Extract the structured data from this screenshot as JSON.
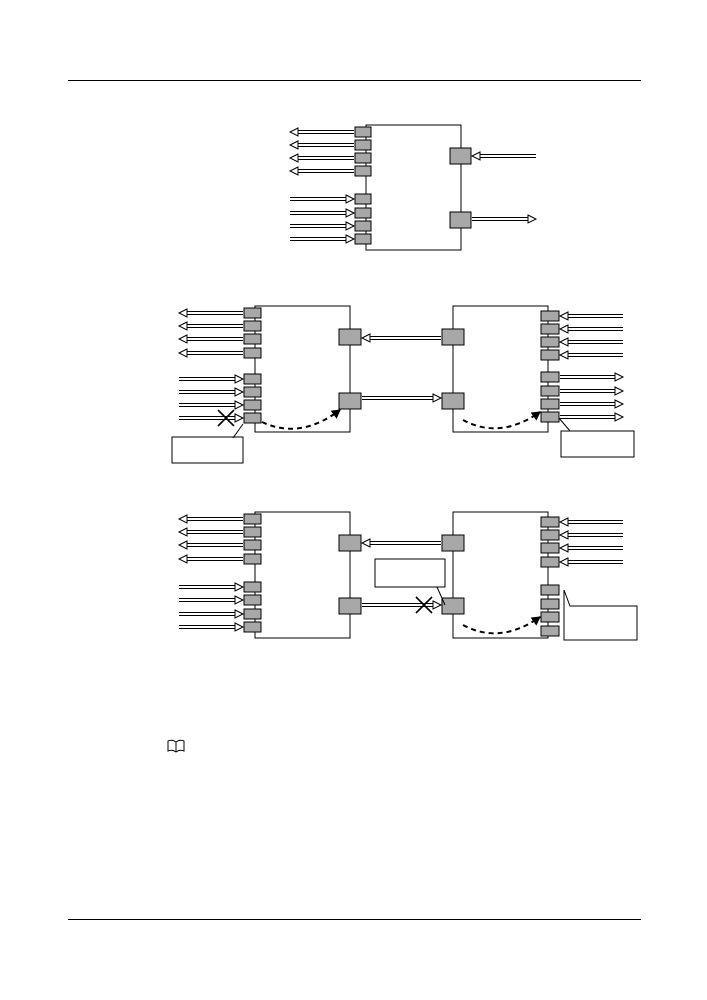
{
  "header": {
    "title": "",
    "chapter": ""
  },
  "footer": {
    "text": "",
    "page_number": ""
  },
  "diagram": {
    "figures": [
      {
        "id": "single-node",
        "board": "",
        "ports": []
      },
      {
        "id": "two-nodes-normal",
        "boards": [
          "",
          ""
        ],
        "callout": ""
      },
      {
        "id": "two-nodes-fault",
        "boards": [
          "",
          ""
        ],
        "callouts": [
          "",
          ""
        ]
      }
    ],
    "colors": {
      "port_fill": "#a8a8a8",
      "line": "#000000",
      "background": "#ffffff"
    },
    "icons": {
      "fault": "x-mark-icon",
      "protection_path": "dashed-curve-arrow-icon",
      "note": "book-note-icon"
    }
  },
  "note": {
    "label": "",
    "text": ""
  }
}
